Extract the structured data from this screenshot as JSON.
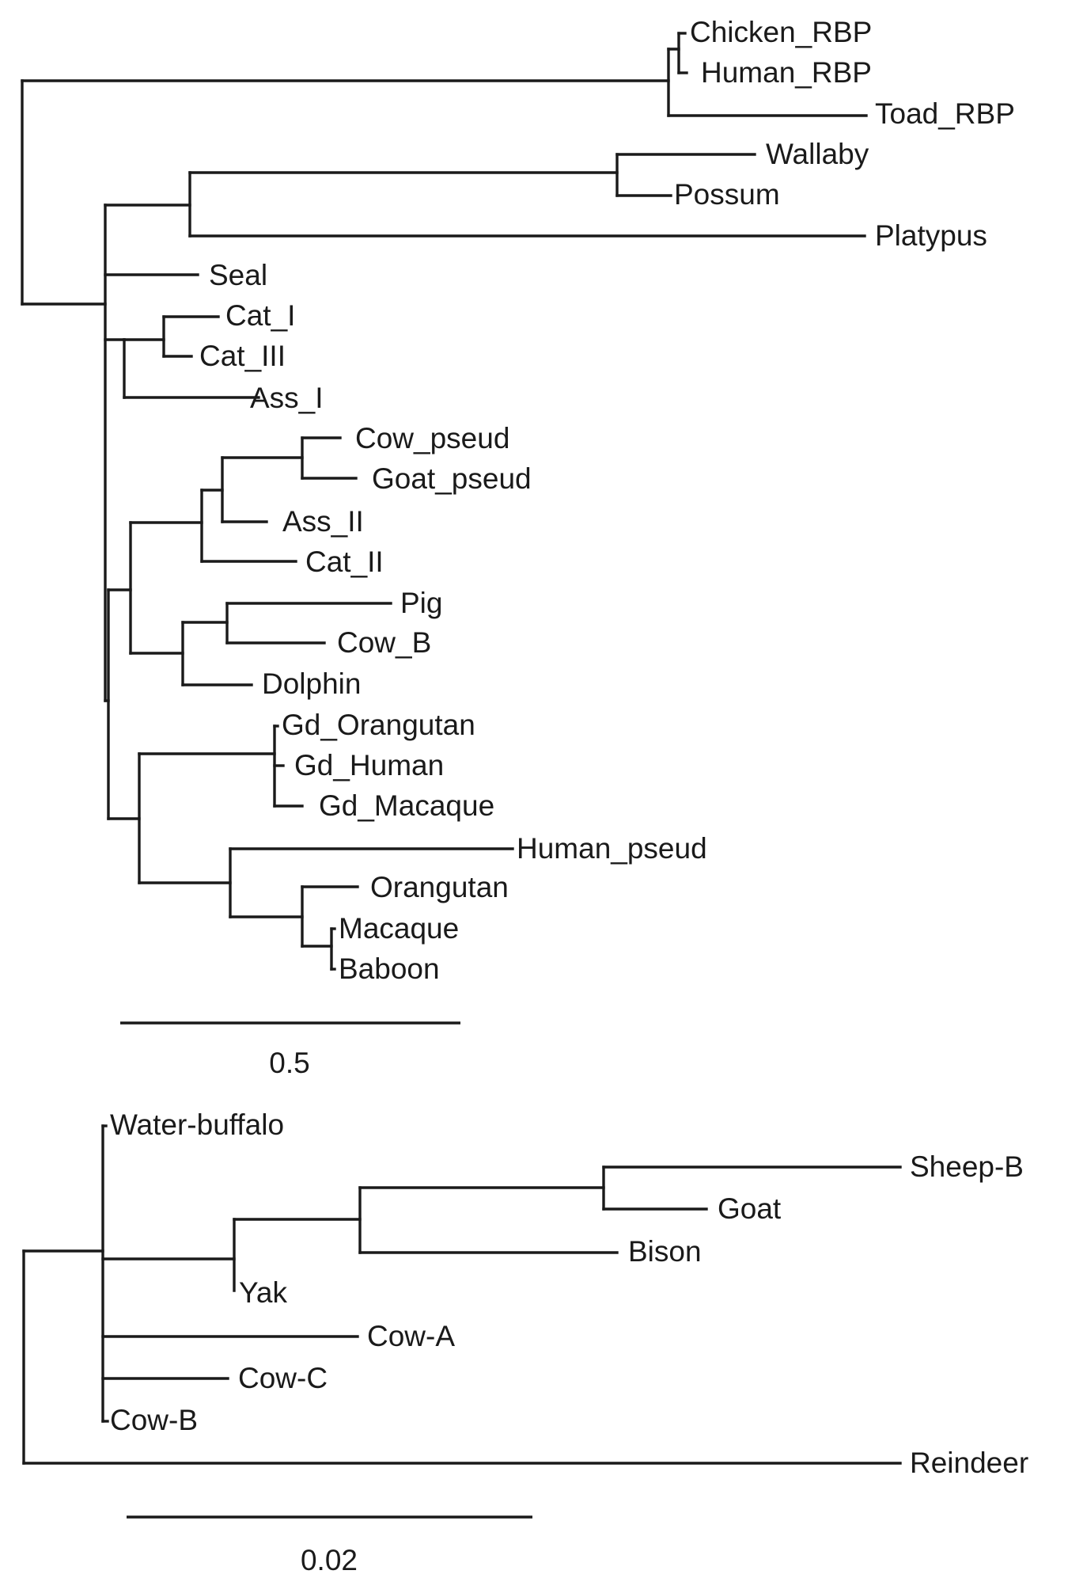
{
  "tree_top": {
    "scale_label": "0.5",
    "leaves": [
      {
        "id": "chicken_rbp",
        "label": "Chicken_RBP"
      },
      {
        "id": "human_rbp",
        "label": "Human_RBP"
      },
      {
        "id": "toad_rbp",
        "label": "Toad_RBP"
      },
      {
        "id": "wallaby",
        "label": "Wallaby"
      },
      {
        "id": "possum",
        "label": "Possum"
      },
      {
        "id": "platypus",
        "label": "Platypus"
      },
      {
        "id": "seal",
        "label": "Seal"
      },
      {
        "id": "cat_i",
        "label": "Cat_I"
      },
      {
        "id": "cat_iii",
        "label": "Cat_III"
      },
      {
        "id": "ass_i",
        "label": "Ass_I"
      },
      {
        "id": "cow_pseud",
        "label": "Cow_pseud"
      },
      {
        "id": "goat_pseud",
        "label": "Goat_pseud"
      },
      {
        "id": "ass_ii",
        "label": "Ass_II"
      },
      {
        "id": "cat_ii",
        "label": "Cat_II"
      },
      {
        "id": "pig",
        "label": "Pig"
      },
      {
        "id": "cow_b",
        "label": "Cow_B"
      },
      {
        "id": "dolphin",
        "label": "Dolphin"
      },
      {
        "id": "gd_orangutan",
        "label": "Gd_Orangutan"
      },
      {
        "id": "gd_human",
        "label": "Gd_Human"
      },
      {
        "id": "gd_macaque",
        "label": "Gd_Macaque"
      },
      {
        "id": "human_pseud",
        "label": "Human_pseud"
      },
      {
        "id": "orangutan",
        "label": "Orangutan"
      },
      {
        "id": "macaque",
        "label": "Macaque"
      },
      {
        "id": "baboon",
        "label": "Baboon"
      }
    ]
  },
  "tree_bottom": {
    "scale_label": "0.02",
    "leaves": [
      {
        "id": "water_buffalo",
        "label": "Water-buffalo"
      },
      {
        "id": "sheep_b",
        "label": "Sheep-B"
      },
      {
        "id": "goat",
        "label": "Goat"
      },
      {
        "id": "bison",
        "label": "Bison"
      },
      {
        "id": "yak",
        "label": "Yak"
      },
      {
        "id": "cow_a",
        "label": "Cow-A"
      },
      {
        "id": "cow_c",
        "label": "Cow-C"
      },
      {
        "id": "cow_b2",
        "label": "Cow-B"
      },
      {
        "id": "reindeer",
        "label": "Reindeer"
      }
    ]
  }
}
